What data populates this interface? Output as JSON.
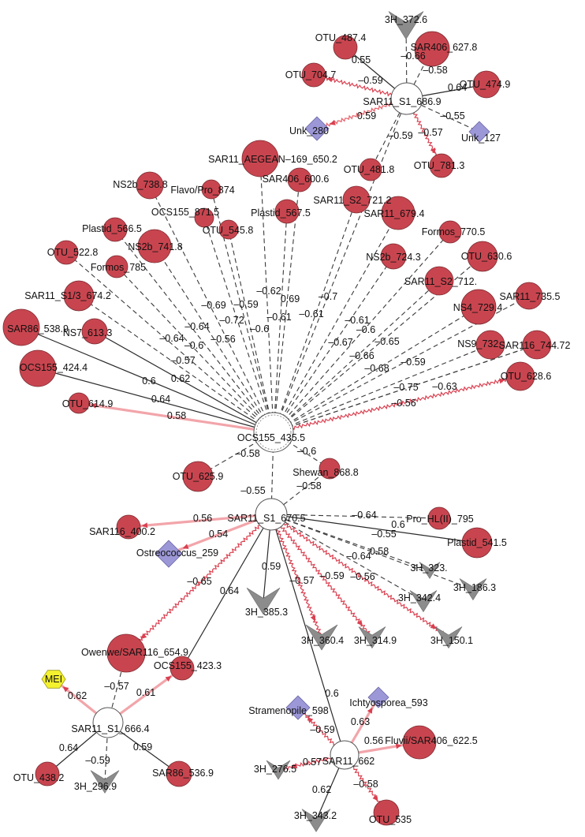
{
  "network": {
    "nodes": [
      {
        "id": "n_372",
        "label": "3H_372.6",
        "shape": "triangle",
        "color": "#8c8c8c"
      },
      {
        "id": "n_487",
        "label": "OTU_487.4",
        "shape": "circle",
        "color": "#c8454f"
      },
      {
        "id": "n_627",
        "label": "SAR406_627.8",
        "shape": "circle",
        "color": "#c8454f"
      },
      {
        "id": "n_704",
        "label": "OTU_704.7",
        "shape": "circle",
        "color": "#c8454f"
      },
      {
        "id": "n_474",
        "label": "OTU_474.9",
        "shape": "circle",
        "color": "#c8454f"
      },
      {
        "id": "hub1",
        "label": "SAR11_S1_686.9",
        "shape": "hub",
        "color": "#ffffff"
      },
      {
        "id": "n_unk280",
        "label": "Unk_280",
        "shape": "diamond",
        "color": "#9c97d6"
      },
      {
        "id": "n_unk127",
        "label": "Unk_127",
        "shape": "diamond",
        "color": "#9c97d6"
      },
      {
        "id": "n_481",
        "label": "OTU_481.8",
        "shape": "circle",
        "color": "#c8454f"
      },
      {
        "id": "n_781",
        "label": "OTU_781.3",
        "shape": "circle",
        "color": "#c8454f"
      },
      {
        "id": "n_aeg",
        "label": "SAR11_AEGEAN–169_650.2",
        "shape": "circle",
        "color": "#c8454f"
      },
      {
        "id": "n_ns2b738",
        "label": "NS2b_738.8",
        "shape": "circle",
        "color": "#c8454f"
      },
      {
        "id": "n_flavo",
        "label": "Flavo/Pro_874",
        "shape": "circle",
        "color": "#c8454f"
      },
      {
        "id": "n_sar406_600",
        "label": "SAR406_600.6",
        "shape": "circle",
        "color": "#c8454f"
      },
      {
        "id": "n_ocs871",
        "label": "OCS155_871.5",
        "shape": "circle",
        "color": "#c8454f"
      },
      {
        "id": "n_s2_721",
        "label": "SAR11_S2_721.2",
        "shape": "circle",
        "color": "#c8454f"
      },
      {
        "id": "n_plastid567",
        "label": "Plastid_567.5",
        "shape": "circle",
        "color": "#c8454f"
      },
      {
        "id": "n_679",
        "label": "SAR11_679.4",
        "shape": "circle",
        "color": "#c8454f"
      },
      {
        "id": "n_545",
        "label": "OTU_545.8",
        "shape": "circle",
        "color": "#c8454f"
      },
      {
        "id": "n_plastid566",
        "label": "Plastid_566.5",
        "shape": "circle",
        "color": "#c8454f"
      },
      {
        "id": "n_formos770",
        "label": "Formos_770.5",
        "shape": "circle",
        "color": "#c8454f"
      },
      {
        "id": "n_ns2b741",
        "label": "NS2b_741.8",
        "shape": "circle",
        "color": "#c8454f"
      },
      {
        "id": "n_522",
        "label": "OTU_522.8",
        "shape": "circle",
        "color": "#c8454f"
      },
      {
        "id": "n_ns2b724",
        "label": "NS2b_724.3",
        "shape": "circle",
        "color": "#c8454f"
      },
      {
        "id": "n_630",
        "label": "OTU_630.6",
        "shape": "circle",
        "color": "#c8454f"
      },
      {
        "id": "n_formos785",
        "label": "Formos_785",
        "shape": "circle",
        "color": "#c8454f"
      },
      {
        "id": "n_s2_712",
        "label": "SAR11_S2_712.",
        "shape": "circle",
        "color": "#c8454f"
      },
      {
        "id": "n_s13_674",
        "label": "SAR11_S1/3_674.2",
        "shape": "circle",
        "color": "#c8454f"
      },
      {
        "id": "n_735",
        "label": "SAR11_735.5",
        "shape": "circle",
        "color": "#c8454f"
      },
      {
        "id": "n_ns4",
        "label": "NS4_729.4",
        "shape": "circle",
        "color": "#c8454f"
      },
      {
        "id": "n_sar86_538",
        "label": "SAR86_538.9",
        "shape": "circle",
        "color": "#c8454f"
      },
      {
        "id": "n_ns7",
        "label": "NS7_613.3",
        "shape": "circle",
        "color": "#c8454f"
      },
      {
        "id": "n_ns9",
        "label": "NS9_732.",
        "shape": "circle",
        "color": "#c8454f"
      },
      {
        "id": "n_sar116_744",
        "label": "SAR116_744.72",
        "shape": "circle",
        "color": "#c8454f"
      },
      {
        "id": "n_ocs424",
        "label": "OCS155_424.4",
        "shape": "circle",
        "color": "#c8454f"
      },
      {
        "id": "n_628",
        "label": "OTU_628.6",
        "shape": "circle",
        "color": "#c8454f"
      },
      {
        "id": "n_614",
        "label": "OTU_614.9",
        "shape": "circle",
        "color": "#c8454f"
      },
      {
        "id": "hub2",
        "label": "OCS155_435.5",
        "shape": "hub",
        "color": "#ffffff"
      },
      {
        "id": "n_625",
        "label": "OTU_625.9",
        "shape": "circle",
        "color": "#c8454f"
      },
      {
        "id": "n_shewan",
        "label": "Shewan_868.8",
        "shape": "circle",
        "color": "#c8454f"
      },
      {
        "id": "hub3",
        "label": "SAR11_S1_670.5",
        "shape": "hub",
        "color": "#ffffff"
      },
      {
        "id": "n_prohl",
        "label": "Pro_HL(II)_795",
        "shape": "circle",
        "color": "#c8454f"
      },
      {
        "id": "n_sar116_400",
        "label": "SAR116_400.2",
        "shape": "circle",
        "color": "#c8454f"
      },
      {
        "id": "n_plastid541",
        "label": "Plastid_541.5",
        "shape": "circle",
        "color": "#c8454f"
      },
      {
        "id": "n_ostreo",
        "label": "Ostreococcus_259",
        "shape": "diamond",
        "color": "#9c97d6"
      },
      {
        "id": "n_3h323",
        "label": "3H_323.",
        "shape": "triangle",
        "color": "#8c8c8c"
      },
      {
        "id": "n_3h186",
        "label": "3H_186.3",
        "shape": "triangle",
        "color": "#8c8c8c"
      },
      {
        "id": "n_3h342",
        "label": "3H_342.4",
        "shape": "triangle",
        "color": "#8c8c8c"
      },
      {
        "id": "n_3h385",
        "label": "3H_385.3",
        "shape": "triangle",
        "color": "#8c8c8c"
      },
      {
        "id": "n_3h360",
        "label": "3H_360.4",
        "shape": "triangle",
        "color": "#8c8c8c"
      },
      {
        "id": "n_3h314",
        "label": "3H_314.9",
        "shape": "triangle",
        "color": "#8c8c8c"
      },
      {
        "id": "n_3h150",
        "label": "3H_150.1",
        "shape": "triangle",
        "color": "#8c8c8c"
      },
      {
        "id": "n_owenwe",
        "label": "Owenwe/SAR116_654.9",
        "shape": "circle",
        "color": "#c8454f"
      },
      {
        "id": "n_ocs423",
        "label": "OCS155_423.3",
        "shape": "circle",
        "color": "#c8454f"
      },
      {
        "id": "n_mei",
        "label": "MEI",
        "shape": "hexagon",
        "color": "#f4f12e"
      },
      {
        "id": "hub4",
        "label": "SAR11_S1_666.4",
        "shape": "hub",
        "color": "#ffffff"
      },
      {
        "id": "n_438",
        "label": "OTU_438.2",
        "shape": "circle",
        "color": "#c8454f"
      },
      {
        "id": "n_3h296",
        "label": "3H_296.9",
        "shape": "triangle",
        "color": "#8c8c8c"
      },
      {
        "id": "n_sar86_536",
        "label": "SAR86_536.9",
        "shape": "circle",
        "color": "#c8454f"
      },
      {
        "id": "n_ichty",
        "label": "Ichtyosporea_593",
        "shape": "diamond",
        "color": "#9c97d6"
      },
      {
        "id": "n_strameno",
        "label": "Stramenopile_598",
        "shape": "diamond",
        "color": "#9c97d6"
      },
      {
        "id": "n_fluvii",
        "label": "Fluvii/SAR406_622.5",
        "shape": "circle",
        "color": "#c8454f"
      },
      {
        "id": "hub5",
        "label": "SAR11_662",
        "shape": "hub",
        "color": "#ffffff"
      },
      {
        "id": "n_3h276",
        "label": "3H_276.5",
        "shape": "triangle",
        "color": "#8c8c8c"
      },
      {
        "id": "n_3h343",
        "label": "3H_343.2",
        "shape": "triangle",
        "color": "#8c8c8c"
      },
      {
        "id": "n_535",
        "label": "OTU_535",
        "shape": "circle",
        "color": "#c8454f"
      }
    ],
    "edges": [
      {
        "source": "hub1",
        "target": "n_487",
        "weight": "0.55",
        "style": "solid"
      },
      {
        "source": "hub1",
        "target": "n_372",
        "weight": "–0.66",
        "style": "dashed"
      },
      {
        "source": "hub1",
        "target": "n_627",
        "weight": "–0.58",
        "style": "dashed"
      },
      {
        "source": "hub1",
        "target": "n_704",
        "weight": "–0.59",
        "style": "wavy"
      },
      {
        "source": "hub1",
        "target": "n_474",
        "weight": "0.64",
        "style": "solid"
      },
      {
        "source": "hub1",
        "target": "n_unk280",
        "weight": "0.59",
        "style": "wavy-pink"
      },
      {
        "source": "hub1",
        "target": "n_unk127",
        "weight": "–0.55",
        "style": "dashed"
      },
      {
        "source": "hub1",
        "target": "n_481",
        "weight": "–0.59",
        "style": "dashed"
      },
      {
        "source": "hub1",
        "target": "n_781",
        "weight": "–0.57",
        "style": "wavy"
      },
      {
        "source": "hub1",
        "target": "hub2",
        "weight": "",
        "style": "dashed"
      },
      {
        "source": "hub2",
        "target": "n_aeg",
        "weight": "–0.62",
        "style": "dashed"
      },
      {
        "source": "hub2",
        "target": "n_ns2b738",
        "weight": "–0.69",
        "style": "dashed"
      },
      {
        "source": "hub2",
        "target": "n_flavo",
        "weight": "–0.59",
        "style": "dashed"
      },
      {
        "source": "hub2",
        "target": "n_sar406_600",
        "weight": "0.69",
        "style": "dashed"
      },
      {
        "source": "hub2",
        "target": "n_ocs871",
        "weight": "–0.72",
        "style": "dashed"
      },
      {
        "source": "hub2",
        "target": "n_s2_721",
        "weight": "–0.61",
        "style": "dashed"
      },
      {
        "source": "hub2",
        "target": "n_plastid567",
        "weight": "–0.6",
        "style": "dashed"
      },
      {
        "source": "hub2",
        "target": "n_679",
        "weight": "–0.7",
        "style": "dashed"
      },
      {
        "source": "hub2",
        "target": "n_545",
        "weight": "–0.61",
        "style": "dashed"
      },
      {
        "source": "hub2",
        "target": "n_plastid566",
        "weight": "–0.64",
        "style": "dashed"
      },
      {
        "source": "hub2",
        "target": "n_formos770",
        "weight": "–0.61",
        "style": "dashed"
      },
      {
        "source": "hub2",
        "target": "n_ns2b741",
        "weight": "–0.56",
        "style": "dashed"
      },
      {
        "source": "hub2",
        "target": "n_522",
        "weight": "–0.64",
        "style": "dashed"
      },
      {
        "source": "hub2",
        "target": "n_ns2b724",
        "weight": "–0.67",
        "style": "dashed"
      },
      {
        "source": "hub2",
        "target": "n_630",
        "weight": "–0.6",
        "style": "dashed"
      },
      {
        "source": "hub2",
        "target": "n_formos785",
        "weight": "–0.6",
        "style": "dashed"
      },
      {
        "source": "hub2",
        "target": "n_s2_712",
        "weight": "–0.65",
        "style": "dashed"
      },
      {
        "source": "hub2",
        "target": "n_s13_674",
        "weight": "–0.57",
        "style": "dashed"
      },
      {
        "source": "hub2",
        "target": "n_735",
        "weight": "–0.66",
        "style": "dashed"
      },
      {
        "source": "hub2",
        "target": "n_ns4",
        "weight": "–0.68",
        "style": "dashed"
      },
      {
        "source": "hub2",
        "target": "n_sar86_538",
        "weight": "0.6",
        "style": "solid"
      },
      {
        "source": "hub2",
        "target": "n_ns7",
        "weight": "0.62",
        "style": "solid"
      },
      {
        "source": "hub2",
        "target": "n_ns9",
        "weight": "–0.59",
        "style": "dashed"
      },
      {
        "source": "hub2",
        "target": "n_sar116_744",
        "weight": "–0.75",
        "style": "dashed"
      },
      {
        "source": "hub2",
        "target": "n_ocs424",
        "weight": "0.64",
        "style": "solid"
      },
      {
        "source": "hub2",
        "target": "n_628",
        "weight": "–0.56",
        "style": "wavy"
      },
      {
        "source": "hub2",
        "target": "n_614",
        "weight": "0.58",
        "style": "pink"
      },
      {
        "source": "hub2",
        "target": "n_sar116_744",
        "weight": "–0.63",
        "style": "dashed"
      },
      {
        "source": "hub2",
        "target": "n_625",
        "weight": "–0.58",
        "style": "dashed"
      },
      {
        "source": "hub2",
        "target": "n_shewan",
        "weight": "–0.6",
        "style": "dashed"
      },
      {
        "source": "hub2",
        "target": "hub3",
        "weight": "–0.55",
        "style": "dashed"
      },
      {
        "source": "hub3",
        "target": "n_shewan",
        "weight": "–0.58",
        "style": "dashed"
      },
      {
        "source": "hub3",
        "target": "n_prohl",
        "weight": "–0.64",
        "style": "dashed"
      },
      {
        "source": "hub3",
        "target": "n_sar116_400",
        "weight": "0.56",
        "style": "pink"
      },
      {
        "source": "hub3",
        "target": "n_plastid541",
        "weight": "0.6",
        "style": "solid"
      },
      {
        "source": "hub3",
        "target": "n_ostreo",
        "weight": "0.54",
        "style": "pink"
      },
      {
        "source": "hub3",
        "target": "n_3h323",
        "weight": "–0.55",
        "style": "dashed"
      },
      {
        "source": "hub3",
        "target": "n_3h186",
        "weight": "0.58",
        "style": "dashed"
      },
      {
        "source": "hub3",
        "target": "n_3h342",
        "weight": "–0.64",
        "style": "dashed"
      },
      {
        "source": "hub3",
        "target": "n_3h385",
        "weight": "0.59",
        "style": "solid"
      },
      {
        "source": "hub3",
        "target": "n_3h360",
        "weight": "–0.57",
        "style": "wavy"
      },
      {
        "source": "hub3",
        "target": "n_3h314",
        "weight": "–0.59",
        "style": "wavy"
      },
      {
        "source": "hub3",
        "target": "n_3h150",
        "weight": "–0.56",
        "style": "wavy"
      },
      {
        "source": "hub3",
        "target": "n_owenwe",
        "weight": "–0.65",
        "style": "wavy"
      },
      {
        "source": "hub3",
        "target": "n_ocs423",
        "weight": "0.64",
        "style": "solid"
      },
      {
        "source": "hub3",
        "target": "hub5",
        "weight": "0.6",
        "style": "solid"
      },
      {
        "source": "hub4",
        "target": "n_owenwe",
        "weight": "–0.57",
        "style": "dashed"
      },
      {
        "source": "hub4",
        "target": "n_ocs423",
        "weight": "0.61",
        "style": "pink"
      },
      {
        "source": "hub4",
        "target": "n_mei",
        "weight": "0.62",
        "style": "pink"
      },
      {
        "source": "hub4",
        "target": "n_438",
        "weight": "0.64",
        "style": "solid"
      },
      {
        "source": "hub4",
        "target": "n_3h296",
        "weight": "–0.59",
        "style": "dashed"
      },
      {
        "source": "hub4",
        "target": "n_sar86_536",
        "weight": "0.59",
        "style": "solid"
      },
      {
        "source": "hub5",
        "target": "n_ichty",
        "weight": "0.63",
        "style": "pink"
      },
      {
        "source": "hub5",
        "target": "n_strameno",
        "weight": "–0.59",
        "style": "wavy"
      },
      {
        "source": "hub5",
        "target": "n_fluvii",
        "weight": "0.56",
        "style": "pink"
      },
      {
        "source": "hub5",
        "target": "n_3h276",
        "weight": "0.57",
        "style": "wavy"
      },
      {
        "source": "hub5",
        "target": "n_3h343",
        "weight": "0.62",
        "style": "solid"
      },
      {
        "source": "hub5",
        "target": "n_535",
        "weight": "–0.58",
        "style": "wavy"
      }
    ]
  }
}
